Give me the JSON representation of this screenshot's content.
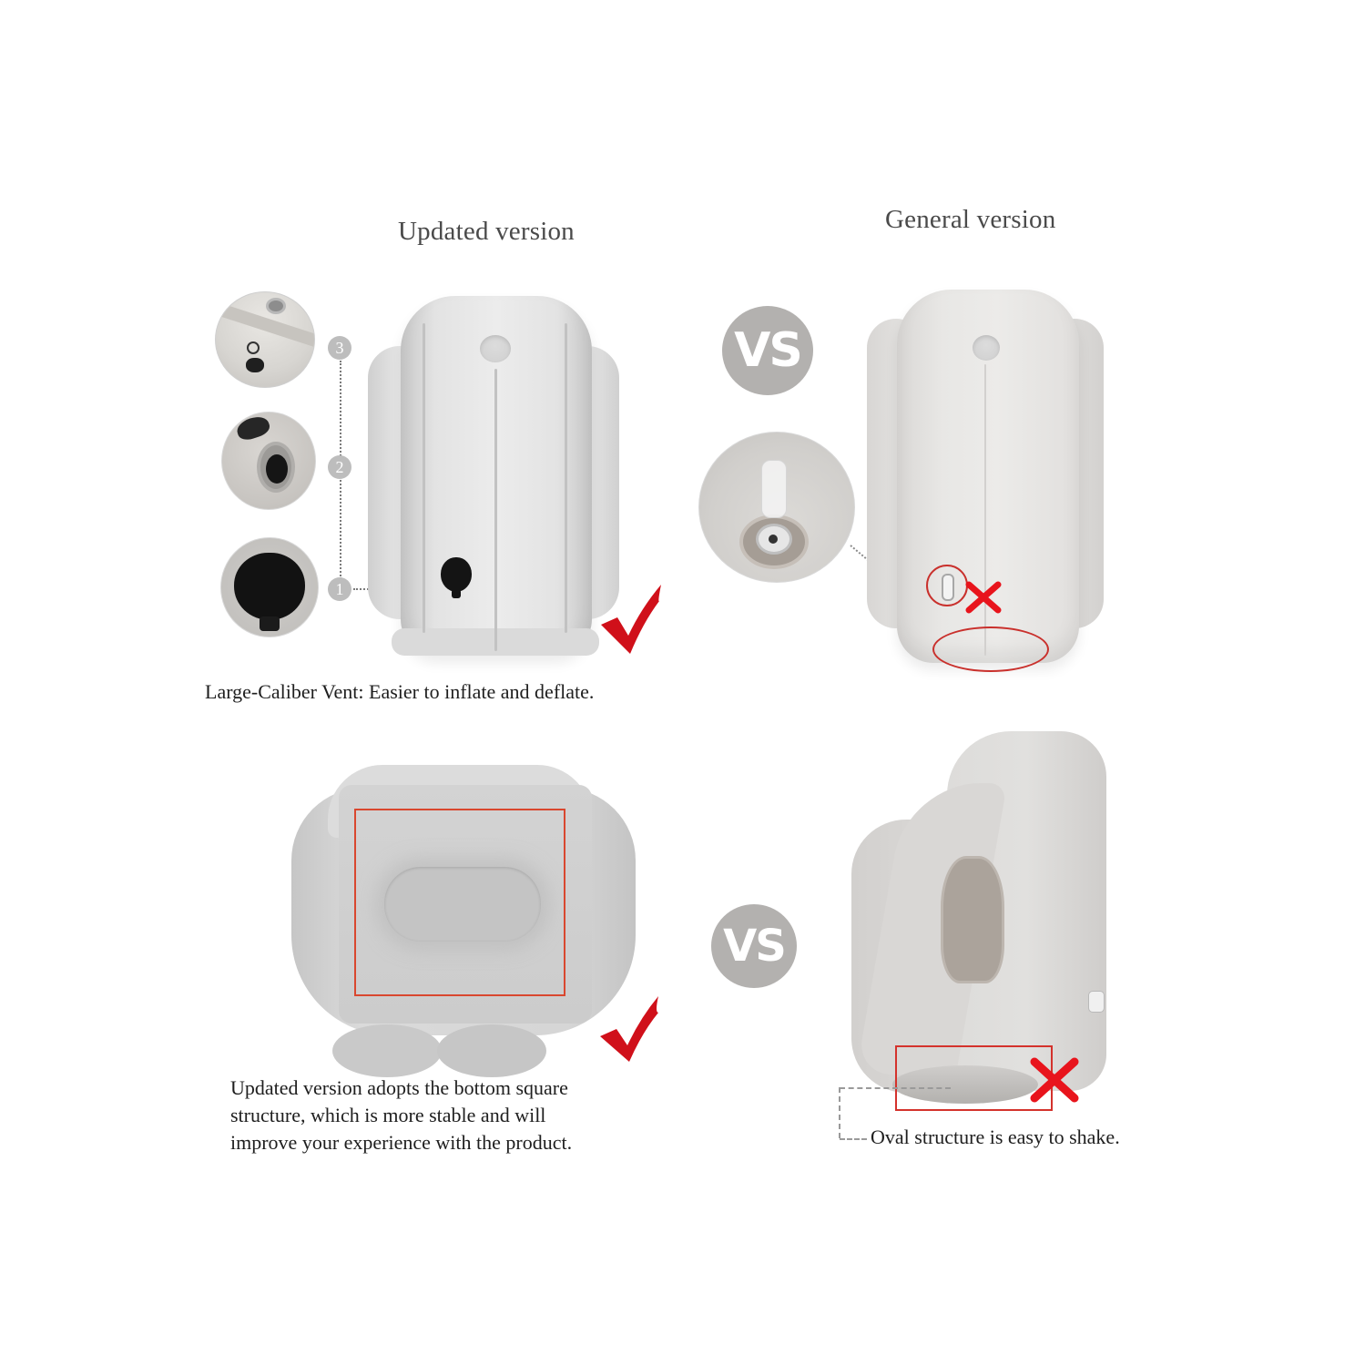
{
  "headings": {
    "left": "Updated version",
    "right": "General version"
  },
  "badges": {
    "vs_top": "VS",
    "vs_bottom": "VS"
  },
  "vent_steps": [
    "3",
    "2",
    "1"
  ],
  "captions": {
    "top_left": "Large-Caliber Vent: Easier to inflate and deflate.",
    "bottom_left": [
      "Updated version adopts the bottom square",
      "structure,  which is more stable and will",
      "improve your experience with the product."
    ],
    "bottom_right": "Oval structure is easy to shake."
  },
  "marks": {
    "top_left": "check",
    "bottom_left": "check",
    "top_right": "cross",
    "bottom_right": "cross"
  },
  "colors": {
    "check_red": "#d0101a",
    "cross_red": "#e8141c",
    "vs_gray": "#b3b1af",
    "outline_red": "#d9472f",
    "pillow_gray": "#e4e4e4"
  }
}
